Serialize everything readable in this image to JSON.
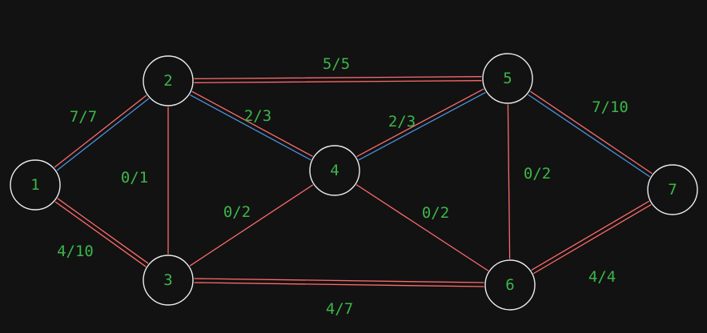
{
  "colors": {
    "background": "#121212",
    "edge": "#ff6b6b",
    "flow": "#4a90d9",
    "node_outline": "#e9ecef",
    "label": "#3cb64a"
  },
  "nodes": [
    {
      "id": "1",
      "label": "1"
    },
    {
      "id": "2",
      "label": "2"
    },
    {
      "id": "3",
      "label": "3"
    },
    {
      "id": "4",
      "label": "4"
    },
    {
      "id": "5",
      "label": "5"
    },
    {
      "id": "6",
      "label": "6"
    },
    {
      "id": "7",
      "label": "7"
    }
  ],
  "edges": [
    {
      "from": "1",
      "to": "2",
      "label": "7/7",
      "double": true,
      "flow": true
    },
    {
      "from": "1",
      "to": "3",
      "label": "4/10",
      "double": true,
      "flow": false
    },
    {
      "from": "2",
      "to": "3",
      "label": "0/1",
      "double": false,
      "flow": false
    },
    {
      "from": "2",
      "to": "4",
      "label": "2/3",
      "double": true,
      "flow": true
    },
    {
      "from": "2",
      "to": "5",
      "label": "5/5",
      "double": true,
      "flow": false
    },
    {
      "from": "3",
      "to": "4",
      "label": "0/2",
      "double": false,
      "flow": false
    },
    {
      "from": "3",
      "to": "6",
      "label": "4/7",
      "double": true,
      "flow": false
    },
    {
      "from": "4",
      "to": "5",
      "label": "2/3",
      "double": true,
      "flow": true
    },
    {
      "from": "4",
      "to": "6",
      "label": "0/2",
      "double": false,
      "flow": false
    },
    {
      "from": "5",
      "to": "6",
      "label": "0/2",
      "double": false,
      "flow": false
    },
    {
      "from": "5",
      "to": "7",
      "label": "7/10",
      "double": true,
      "flow": true
    },
    {
      "from": "6",
      "to": "7",
      "label": "4/4",
      "double": true,
      "flow": false
    }
  ]
}
